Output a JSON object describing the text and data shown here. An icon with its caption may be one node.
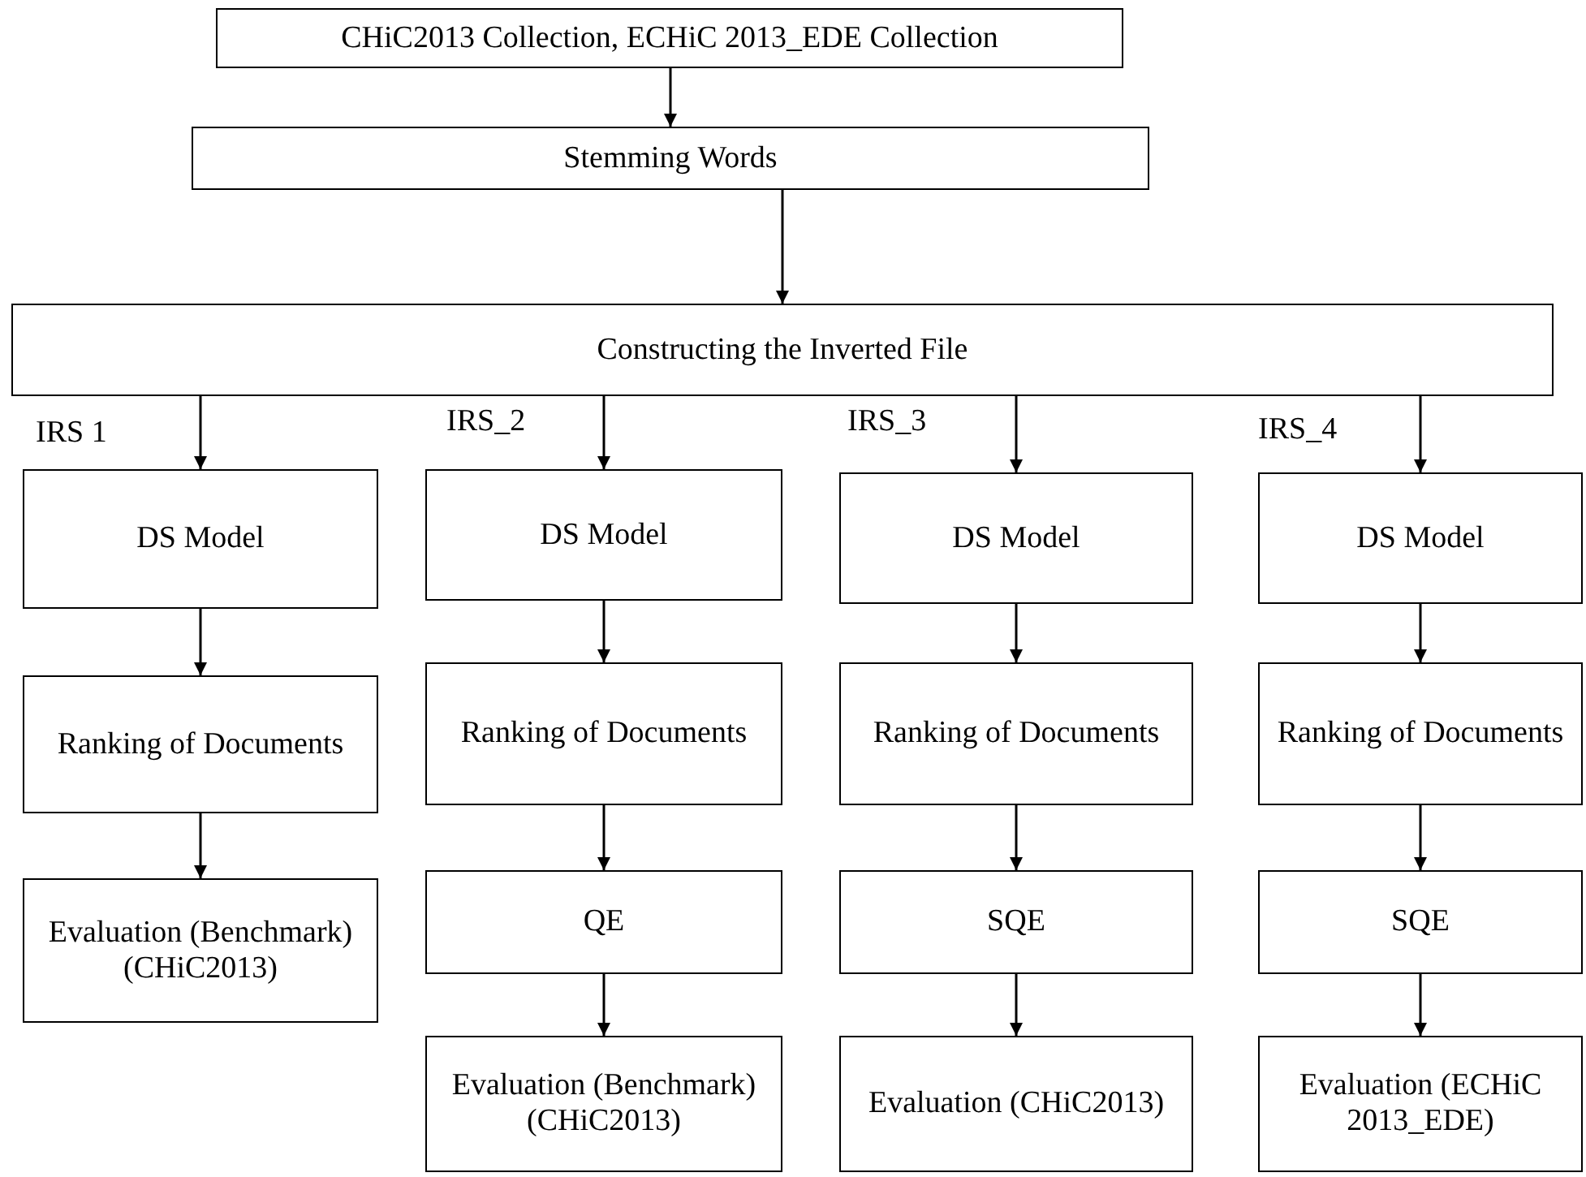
{
  "diagram": {
    "nodes": [
      {
        "text": [
          "CHiC2013 Collection, ECHiC 2013_EDE Collection"
        ]
      },
      {
        "text": [
          "Stemming Words"
        ]
      },
      {
        "text": [
          "Constructing the Inverted File"
        ]
      },
      {
        "text": [
          "DS Model"
        ]
      },
      {
        "text": [
          "Ranking of Documents"
        ]
      },
      {
        "text": [
          "Evaluation (Benchmark) (CHiC2013)"
        ]
      },
      {
        "text": [
          "DS Model"
        ]
      },
      {
        "text": [
          "Ranking of Documents"
        ]
      },
      {
        "text": [
          "QE"
        ]
      },
      {
        "text": [
          "Evaluation (Benchmark) (CHiC2013)"
        ]
      },
      {
        "text": [
          "DS Model"
        ]
      },
      {
        "text": [
          "Ranking of Documents"
        ]
      },
      {
        "text": [
          "SQE"
        ]
      },
      {
        "text": [
          "Evaluation (CHiC2013)"
        ]
      },
      {
        "text": [
          "DS Model"
        ]
      },
      {
        "text": [
          "Ranking of Documents"
        ]
      },
      {
        "text": [
          "SQE"
        ]
      },
      {
        "text": [
          "Evaluation (ECHiC 2013_EDE)"
        ]
      }
    ],
    "edges": [
      {
        "from": 0,
        "to": 1,
        "arrow": "to"
      },
      {
        "from": 1,
        "to": 2,
        "arrow": "to"
      },
      {
        "from": 2,
        "to": 3,
        "arrow": "to"
      },
      {
        "from": 2,
        "to": 6,
        "arrow": "to"
      },
      {
        "from": 2,
        "to": 10,
        "arrow": "to"
      },
      {
        "from": 2,
        "to": 14,
        "arrow": "to"
      },
      {
        "from": 3,
        "to": 4,
        "arrow": "to"
      },
      {
        "from": 4,
        "to": 5,
        "arrow": "to"
      },
      {
        "from": 6,
        "to": 7,
        "arrow": "to"
      },
      {
        "from": 7,
        "to": 8,
        "arrow": "to"
      },
      {
        "from": 8,
        "to": 9,
        "arrow": "to"
      },
      {
        "from": 10,
        "to": 11,
        "arrow": "to"
      },
      {
        "from": 11,
        "to": 12,
        "arrow": "to"
      },
      {
        "from": 12,
        "to": 13,
        "arrow": "to"
      },
      {
        "from": 14,
        "to": 15,
        "arrow": "to"
      },
      {
        "from": 15,
        "to": 16,
        "arrow": "to"
      },
      {
        "from": 16,
        "to": 17,
        "arrow": "to"
      }
    ],
    "labels": [
      "IRS 1",
      "IRS_2",
      "IRS_3",
      "IRS_4"
    ]
  }
}
